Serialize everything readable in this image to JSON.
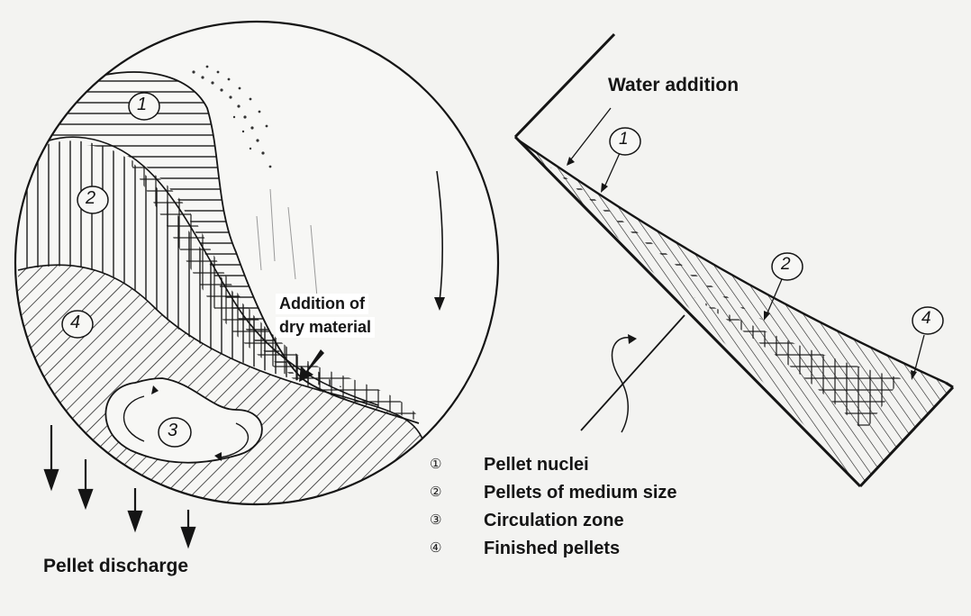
{
  "labels": {
    "water_addition": "Water addition",
    "dry_material_line1": "Addition of",
    "dry_material_line2": "dry material",
    "pellet_discharge": "Pellet discharge"
  },
  "zone_numbers": [
    "1",
    "2",
    "3",
    "4"
  ],
  "legend": [
    {
      "symbol": "①",
      "text": "Pellet nuclei"
    },
    {
      "symbol": "②",
      "text": "Pellets of medium size"
    },
    {
      "symbol": "③",
      "text": "Circulation zone"
    },
    {
      "symbol": "④",
      "text": "Finished pellets"
    }
  ],
  "colors": {
    "ink": "#151515",
    "background": "#f3f3f1"
  }
}
